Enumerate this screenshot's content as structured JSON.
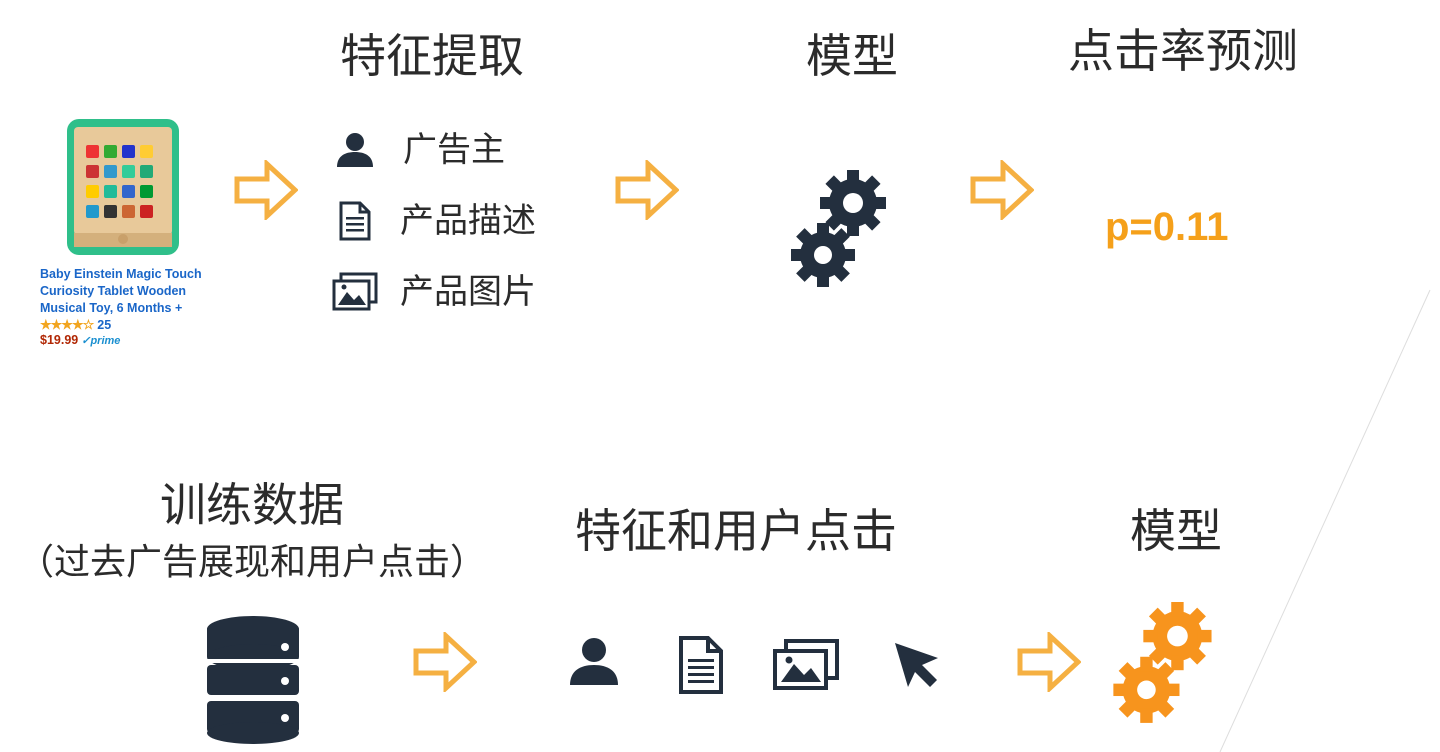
{
  "top": {
    "feature_title": "特征提取",
    "model_title": "模型",
    "ctr_title": "点击率预测",
    "features": [
      {
        "label": "广告主",
        "icon": "user-icon"
      },
      {
        "label": "产品描述",
        "icon": "document-icon"
      },
      {
        "label": "产品图片",
        "icon": "images-icon"
      }
    ],
    "probability": "p=0.11",
    "model_icon": "gears-icon"
  },
  "product": {
    "title": "Baby Einstein Magic Touch Curiosity Tablet Wooden Musical Toy, 6 Months +",
    "rating": 4,
    "review_count": "25",
    "price": "$19.99",
    "prime": "prime"
  },
  "bottom": {
    "training_title": "训练数据",
    "training_subtitle": "（过去广告展现和用户点击）",
    "features_title": "特征和用户点击",
    "model_title": "模型",
    "icons": [
      "database-icon",
      "user-icon",
      "document-icon",
      "images-icon",
      "cursor-icon",
      "gears-icon"
    ]
  },
  "colors": {
    "arrow": "#f5b042",
    "icon_dark": "#232f3e",
    "accent": "#f5a01a",
    "gear_orange": "#f7941d"
  }
}
